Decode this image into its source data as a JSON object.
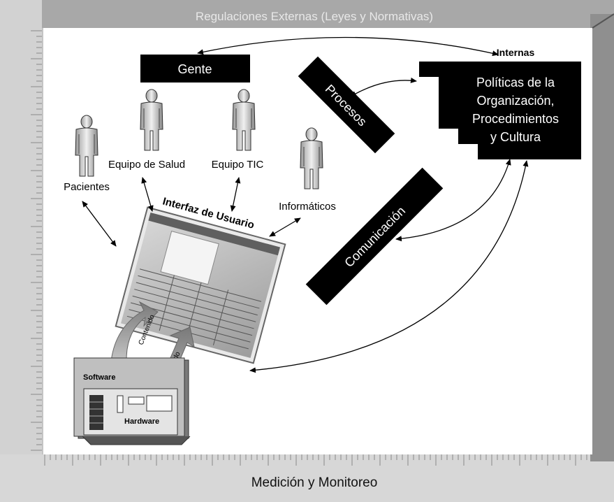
{
  "top_banner": "Regulaciones Externas (Leyes y Normativas)",
  "bottom_banner": "Medición y Monitoreo",
  "people": {
    "header": "Gente",
    "pacientes": "Pacientes",
    "equipo_salud": "Equipo de Salud",
    "equipo_tic": "Equipo TIC",
    "informaticos": "Informáticos"
  },
  "procesos": "Procesos",
  "comunicacion": "Comunicación",
  "internas": {
    "label": "Internas",
    "lines": [
      "Políticas de la",
      "Organización,",
      "Procedimientos",
      "y Cultura"
    ]
  },
  "interfaz": "Interfaz de Usuario",
  "contenido_1": "Contenido",
  "contenido_2": "Contenido",
  "software": "Software",
  "hardware": "Hardware",
  "colors": {
    "frame": "#b3b3b3",
    "banner_top": "#9a9a9a",
    "box": "#000000",
    "canvas": "#ffffff"
  }
}
